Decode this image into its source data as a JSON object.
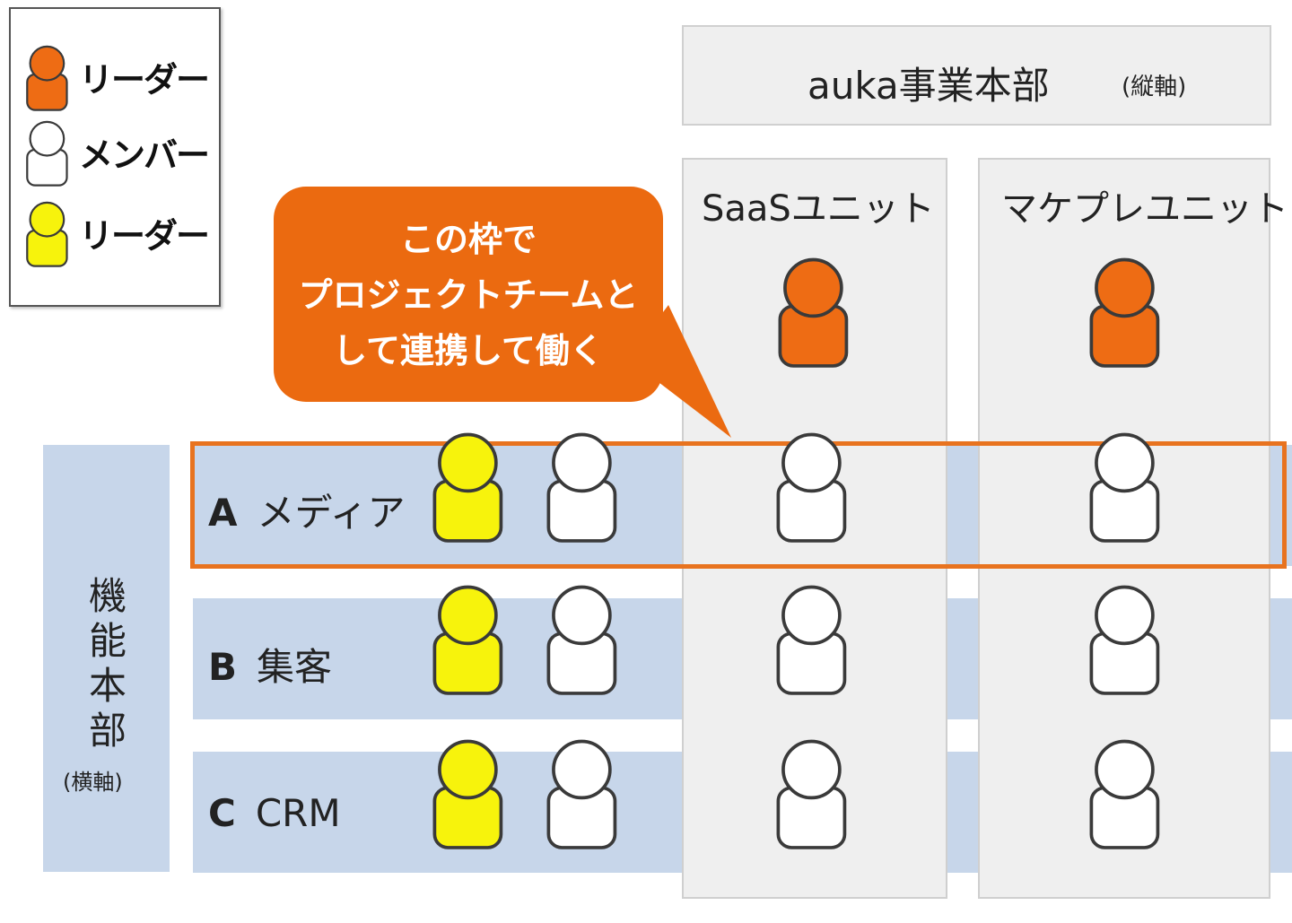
{
  "colors": {
    "leader_orange": "#ee6c14",
    "member_white": "#ffffff",
    "leader_yellow": "#f7f30c",
    "row_blue": "#c7d6ea",
    "unit_gray": "#efefef",
    "highlight": "#e8731f",
    "callout": "#eb6a10"
  },
  "legend": [
    {
      "icon": "person-icon",
      "color": "orange",
      "label": "リーダー"
    },
    {
      "icon": "person-icon",
      "color": "white",
      "label": "メンバー"
    },
    {
      "icon": "person-icon",
      "color": "yellow",
      "label": "リーダー"
    }
  ],
  "department": {
    "title": "auka事業本部",
    "sub": "(縦軸)"
  },
  "units": [
    {
      "label": "SaaSユニット"
    },
    {
      "label": "マケプレユニット"
    }
  ],
  "functions": {
    "label": "機能本部",
    "sub": "(横軸)",
    "rows": [
      {
        "letter": "A",
        "name": "メディア"
      },
      {
        "letter": "B",
        "name": "集客"
      },
      {
        "letter": "C",
        "name": "CRM"
      }
    ]
  },
  "callout": {
    "line1": "この枠で",
    "line2": "プロジェクトチームと",
    "line3": "して連携して働く"
  }
}
